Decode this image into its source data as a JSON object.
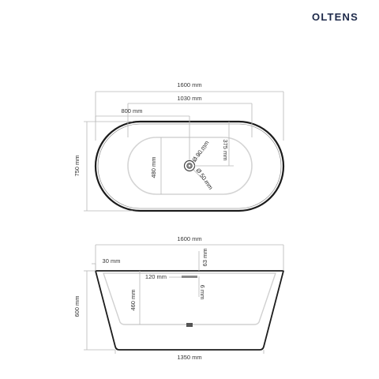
{
  "brand": {
    "name": "OLTENS"
  },
  "top_view": {
    "overall_length": "1600 mm",
    "inner_length": "1030 mm",
    "drain_offset": "800 mm",
    "overall_width": "750 mm",
    "inner_width": "480 mm",
    "drain_to_edge": "375 mm",
    "drain_diameter_outer": "Ø 90 mm",
    "drain_diameter_inner": "Ø 50 mm"
  },
  "side_view": {
    "top_length": "1600 mm",
    "rim_thickness": "30 mm",
    "overflow_height": "63 mm",
    "overflow_width": "120 mm",
    "overflow_thickness": "6 mm",
    "overall_height": "600 mm",
    "inner_depth": "460 mm",
    "bottom_length": "1350 mm"
  }
}
